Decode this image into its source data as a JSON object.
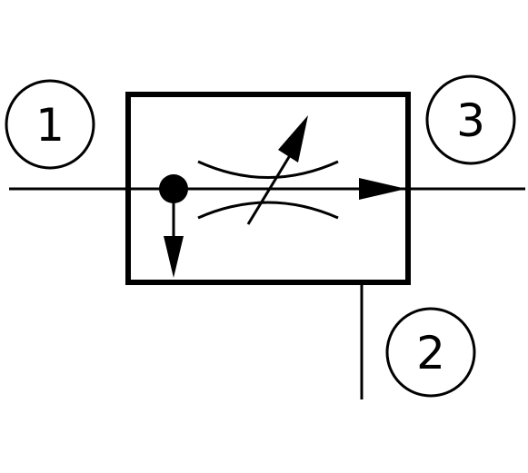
{
  "diagram": {
    "ports": [
      {
        "id": "port-1",
        "label": "1"
      },
      {
        "id": "port-2",
        "label": "2"
      },
      {
        "id": "port-3",
        "label": "3"
      }
    ],
    "colors": {
      "stroke": "#000000",
      "background": "#ffffff"
    }
  }
}
